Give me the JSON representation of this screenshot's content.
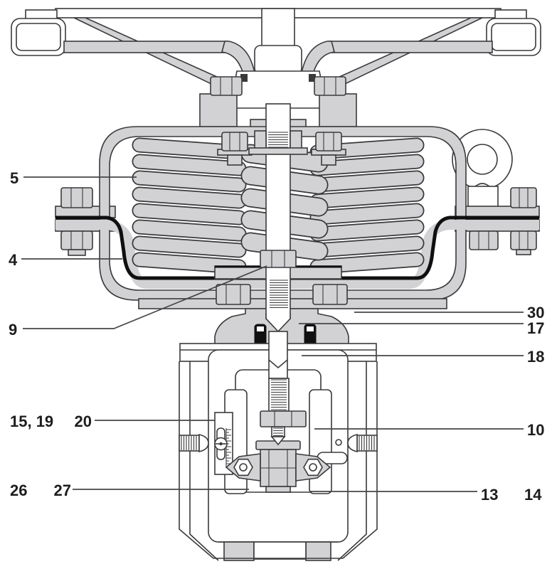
{
  "colors": {
    "metal": "#d2d2d4",
    "outline": "#3a3a3c",
    "diaphragm": "#101010",
    "leader": "#46464a",
    "label": "#1d1d1f",
    "background": "#ffffff"
  },
  "callouts": {
    "c5": {
      "text": "5"
    },
    "c4": {
      "text": "4"
    },
    "c9": {
      "text": "9"
    },
    "c15_19": {
      "text": "15, 19"
    },
    "c20": {
      "text": "20"
    },
    "c26": {
      "text": "26"
    },
    "c27": {
      "text": "27"
    },
    "c30": {
      "text": "30"
    },
    "c17": {
      "text": "17"
    },
    "c18": {
      "text": "18"
    },
    "c10": {
      "text": "10"
    },
    "c13": {
      "text": "13"
    },
    "c14": {
      "text": "14"
    }
  }
}
